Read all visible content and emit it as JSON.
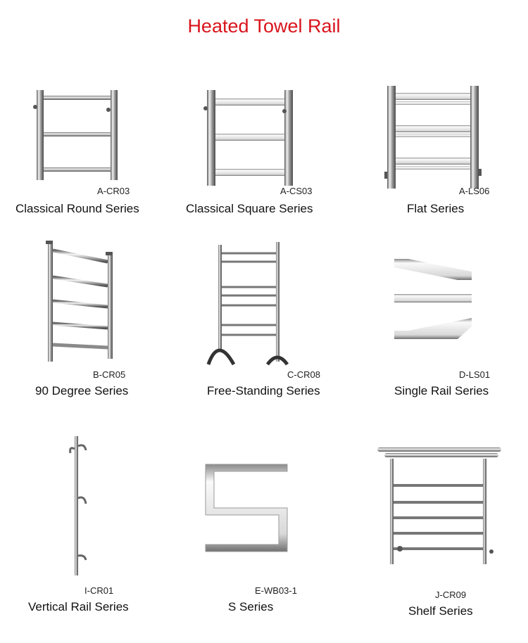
{
  "page": {
    "title": "Heated Towel Rail"
  },
  "colors": {
    "title": "#d9141c",
    "steel_light": "#f4f4f4",
    "steel_dark": "#6a6a6a"
  },
  "products": [
    {
      "code": "A-CR03",
      "series": "Classical Round Series",
      "icon": "round-rail-icon"
    },
    {
      "code": "A-CS03",
      "series": "Classical Square Series",
      "icon": "square-rail-icon"
    },
    {
      "code": "A-LS06",
      "series": "Flat Series",
      "icon": "flat-rail-icon"
    },
    {
      "code": "B-CR05",
      "series": "90 Degree Series",
      "icon": "ladder-rail-icon"
    },
    {
      "code": "C-CR08",
      "series": "Free-Standing Series",
      "icon": "free-standing-rail-icon"
    },
    {
      "code": "D-LS01",
      "series": "Single Rail Series",
      "icon": "single-rail-icon"
    },
    {
      "code": "I-CR01",
      "series": "Vertical Rail Series",
      "icon": "vertical-rail-icon"
    },
    {
      "code": "E-WB03-1",
      "series": "S Series",
      "icon": "s-rail-icon"
    },
    {
      "code": "J-CR09",
      "series": "Shelf Series",
      "icon": "shelf-rail-icon"
    }
  ]
}
